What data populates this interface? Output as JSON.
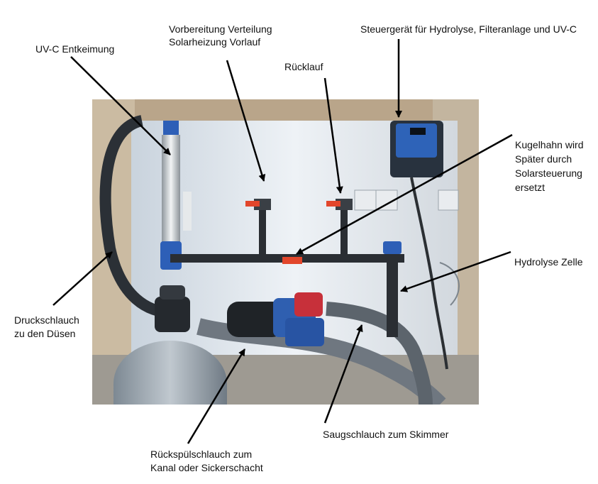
{
  "labels": {
    "uvc": "UV-C Entkeimung",
    "vorbereitung_line1": "Vorbereitung Verteilung",
    "vorbereitung_line2": "Solarheizung Vorlauf",
    "ruecklauf": "Rücklauf",
    "steuergeraet": "Steuergerät für Hydrolyse, Filteranlage und UV-C",
    "kugelhahn_line1": "Kugelhahn wird",
    "kugelhahn_line2": "Später durch",
    "kugelhahn_line3": "Solarsteuerung",
    "kugelhahn_line4": "ersetzt",
    "hydrolyse": "Hydrolyse Zelle",
    "druck_line1": "Druckschlauch",
    "druck_line2": "zu den Düsen",
    "saug": "Saugschlauch zum Skimmer",
    "rueckspuel_line1": "Rückspülschlauch zum",
    "rueckspuel_line2": "Kanal oder Sickerschacht"
  }
}
